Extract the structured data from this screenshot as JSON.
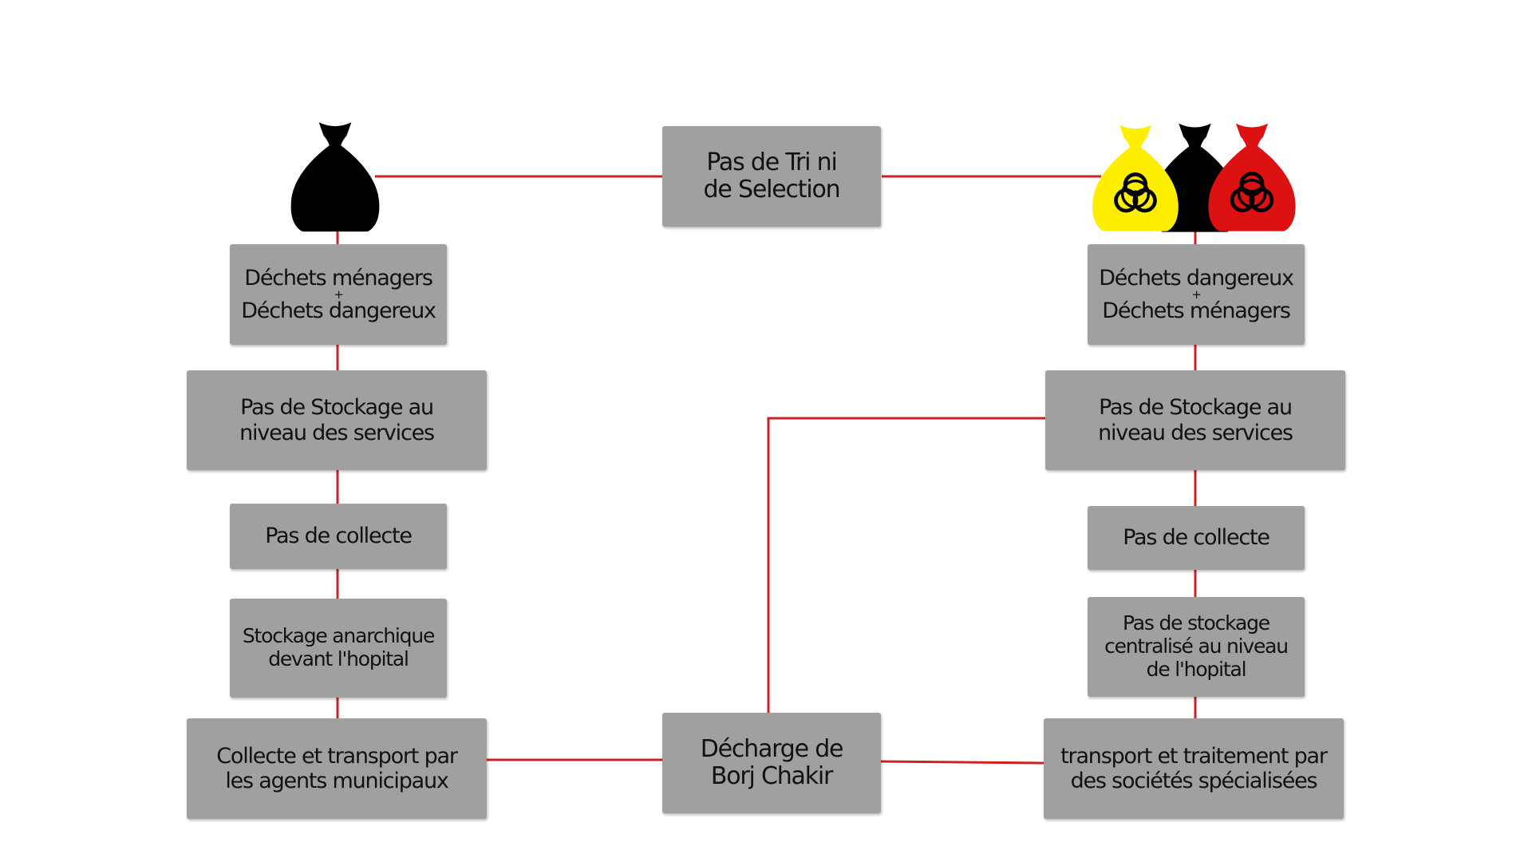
{
  "colors": {
    "connector": "#cc2222",
    "box_fill": "#a0a0a0",
    "bag_black": "#000000",
    "bag_yellow": "#ffee00",
    "bag_red": "#dd1111"
  },
  "icons": {
    "left": "black-garbage-bag-icon",
    "right": [
      "yellow-biohazard-bag-icon",
      "black-garbage-bag-icon",
      "red-biohazard-bag-icon"
    ]
  },
  "top": {
    "line1": "Pas de Tri ni",
    "line2": "de Selection"
  },
  "left": {
    "waste": {
      "line1": "Déchets ménagers",
      "plus": "+",
      "line2": "Déchets dangereux"
    },
    "storage": {
      "line1": "Pas de Stockage au",
      "line2": "niveau des services"
    },
    "collection": "Pas de collecte",
    "anarchic": {
      "line1": "Stockage anarchique",
      "line2": "devant l'hopital"
    },
    "transport": {
      "line1": "Collecte et transport par",
      "line2": "les agents municipaux"
    }
  },
  "center": {
    "line1": "Décharge de",
    "line2": "Borj Chakir"
  },
  "right": {
    "waste": {
      "line1": "Déchets dangereux",
      "plus": "+",
      "line2": "Déchets ménagers"
    },
    "storage": {
      "line1": "Pas de Stockage au",
      "line2": "niveau des services"
    },
    "collection": "Pas de collecte",
    "central": {
      "line1": "Pas de stockage",
      "line2": "centralisé au niveau",
      "line3": "de l'hopital"
    },
    "transport": {
      "line1": "transport et traitement par",
      "line2": "des sociétés spécialisées"
    }
  }
}
